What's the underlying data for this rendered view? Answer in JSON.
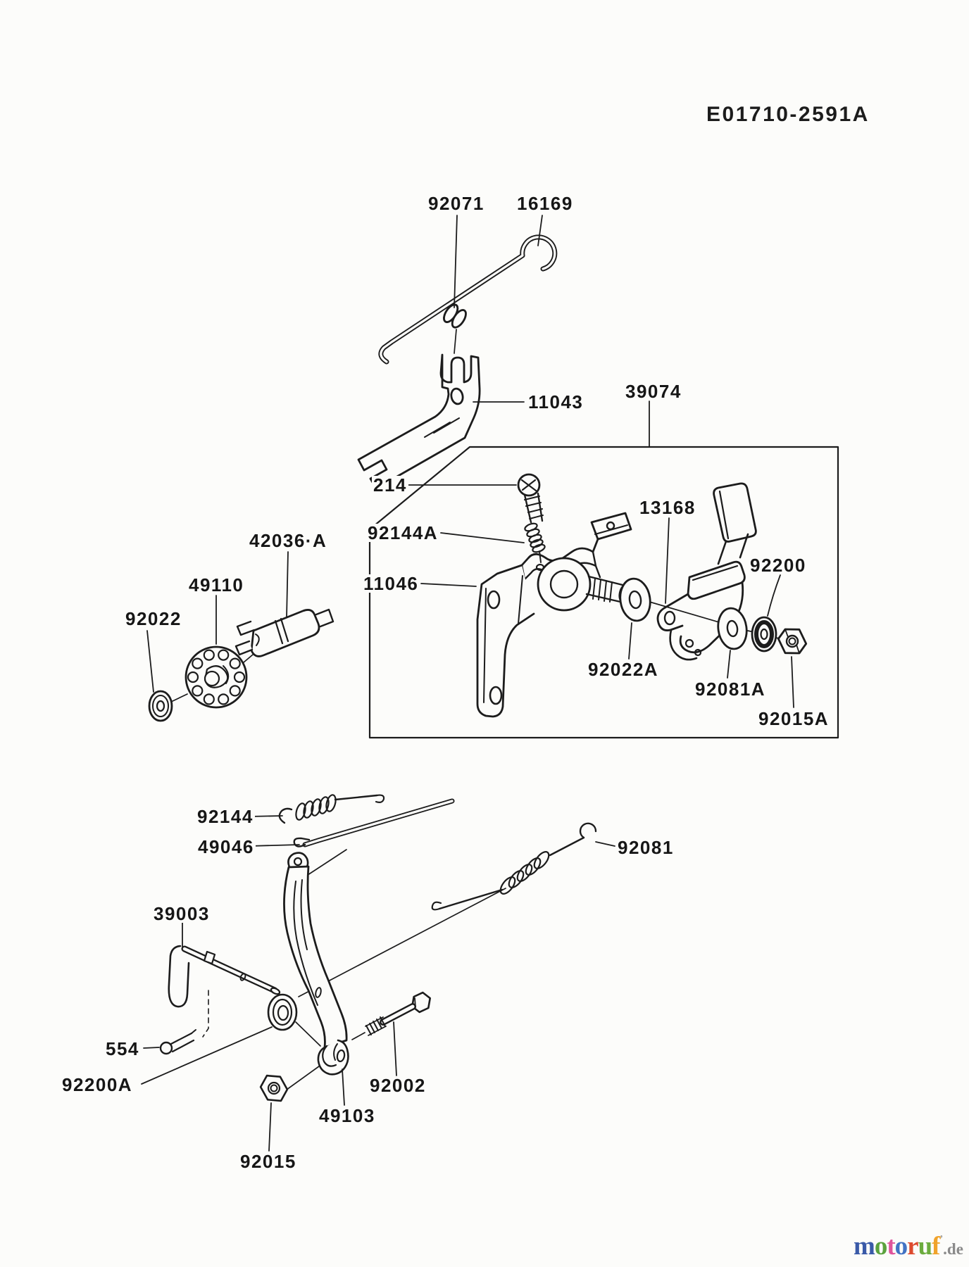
{
  "document": {
    "code": "E01710-2591A"
  },
  "labels": {
    "l92071": "92071",
    "l16169": "16169",
    "l11043": "11043",
    "l39074": "39074",
    "l214": "214",
    "l92144A": "92144A",
    "l13168": "13168",
    "l92200": "92200",
    "l11046": "11046",
    "l42036A": "42036·A",
    "l49110": "49110",
    "l92022": "92022",
    "l92022A": "92022A",
    "l92081A": "92081A",
    "l92015A": "92015A",
    "l92144": "92144",
    "l49046": "49046",
    "l92081": "92081",
    "l39003": "39003",
    "l554": "554",
    "l92200A": "92200A",
    "l92002": "92002",
    "l49103": "49103",
    "l92015": "92015"
  },
  "watermark": {
    "letters": [
      {
        "ch": "m",
        "css": "color:#3a5aa8"
      },
      {
        "ch": "o",
        "css": "color:#5ba23e"
      },
      {
        "ch": "t",
        "css": "color:#e0559c"
      },
      {
        "ch": "o",
        "css": "color:#4273c4"
      },
      {
        "ch": "r",
        "css": "color:#dd4a2e"
      },
      {
        "ch": "u",
        "css": "color:#6cac3e"
      },
      {
        "ch": "f",
        "css": "color:#f0a32b"
      }
    ],
    "mark": "’",
    "mark_css": "color:#9a9a9a",
    "suffix": ".de",
    "suffix_css": "color:#8a8a8a"
  }
}
